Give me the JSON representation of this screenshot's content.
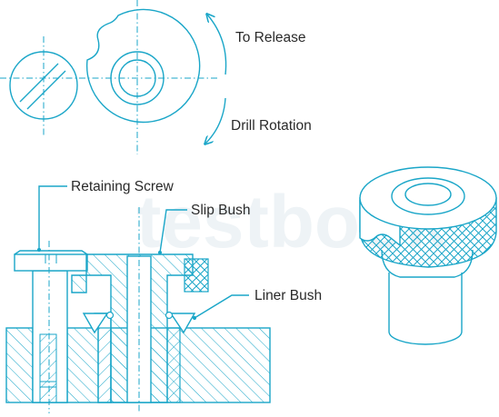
{
  "labels": {
    "to_release": "To Release",
    "drill_rotation": "Drill Rotation",
    "retaining_screw": "Retaining Screw",
    "slip_bush": "Slip Bush",
    "liner_bush": "Liner Bush"
  },
  "watermark": "testbook",
  "colors": {
    "line": "#1aa6c8",
    "text": "#2a2a2a",
    "watermark": "#eef3f6"
  }
}
